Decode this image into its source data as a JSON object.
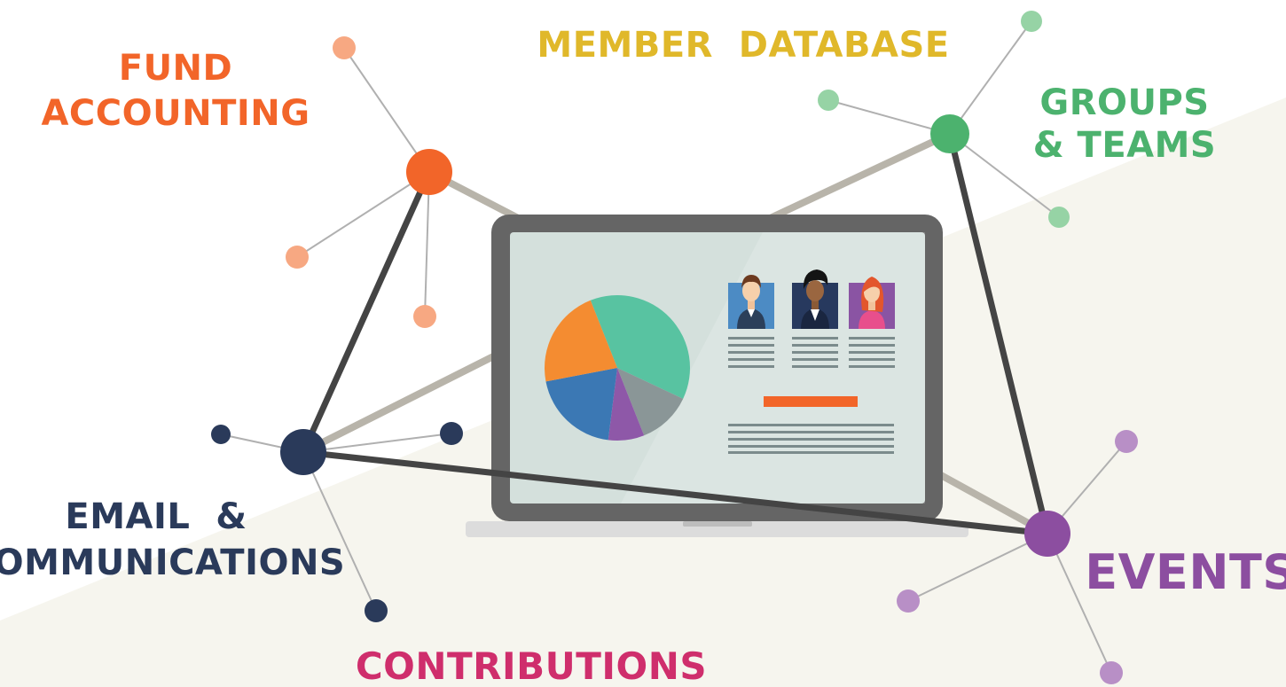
{
  "colors": {
    "background": "#ffffff",
    "background_band": "#f6f5ee",
    "fund": "#f26529",
    "fund_light": "#f7a882",
    "member": "#e0b82a",
    "groups": "#4cb26e",
    "groups_light": "#96d3a5",
    "email": "#2a3a5a",
    "events": "#8c4ea0",
    "events_light": "#b88fc6",
    "contributions": "#cf2e6c",
    "connector_dark": "#444444",
    "connector_light": "#b8b4aa",
    "spoke": "#b0b0b0",
    "laptop_frame": "#656565",
    "laptop_screen": "#d4e0dc",
    "laptop_base": "#dcdcdc"
  },
  "labels": {
    "fund_line1": "FUND",
    "fund_line2": "ACCOUNTING",
    "member": "MEMBER  DATABASE",
    "groups_line1": "GROUPS",
    "groups_line2": "& TEAMS",
    "email_line1": "EMAIL  &",
    "email_line2": "COMMUNICATIONS",
    "events": "EVENTS",
    "contributions": "CONTRIBUTIONS"
  },
  "chart_data": {
    "type": "pie",
    "values": [
      38,
      12,
      8,
      20,
      22
    ],
    "colors": [
      "#58c3a1",
      "#8a9697",
      "#8e58a8",
      "#3b78b4",
      "#f48c31"
    ]
  }
}
